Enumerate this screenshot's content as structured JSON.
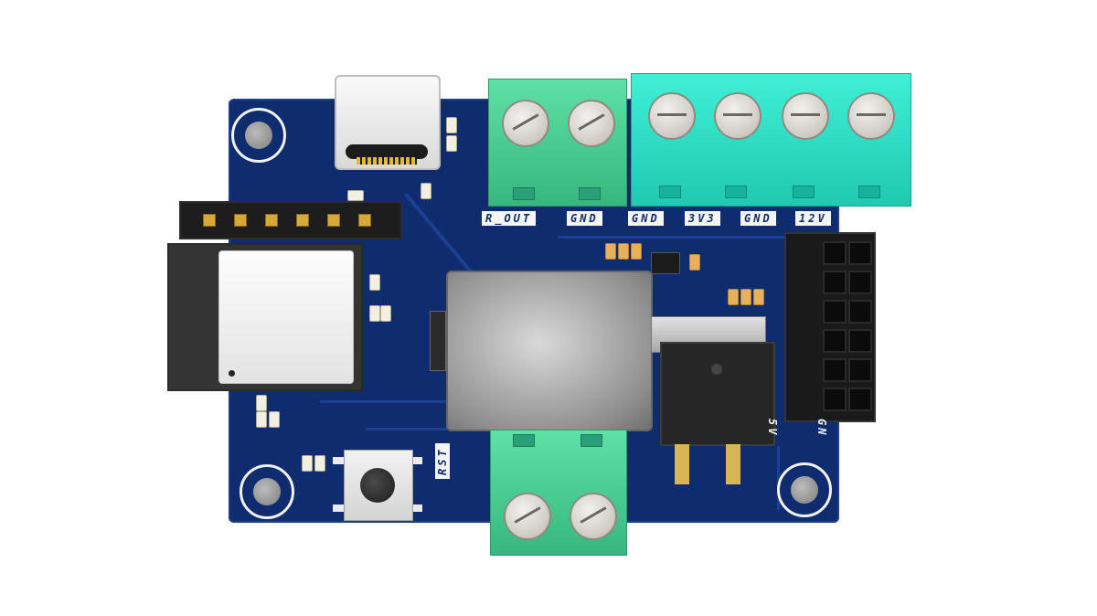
{
  "labels": {
    "r_out": "R_OUT",
    "gnd_1": "GND",
    "gnd_2": "GND",
    "v3v3": "3V3",
    "gnd_3": "GND",
    "v12": "12V",
    "rst": "RST",
    "v5": "5V",
    "gnd_side": "GN"
  },
  "colors": {
    "pcb": "#0f2d6e",
    "terminal_green": "#4fd39a",
    "terminal_cyan": "#2fe6cc",
    "silkscreen": "#f5f5f5"
  },
  "icons": {
    "usb": "usb-c-connector-icon",
    "button": "tactile-button-icon",
    "mounting_hole": "mounting-hole-icon"
  }
}
